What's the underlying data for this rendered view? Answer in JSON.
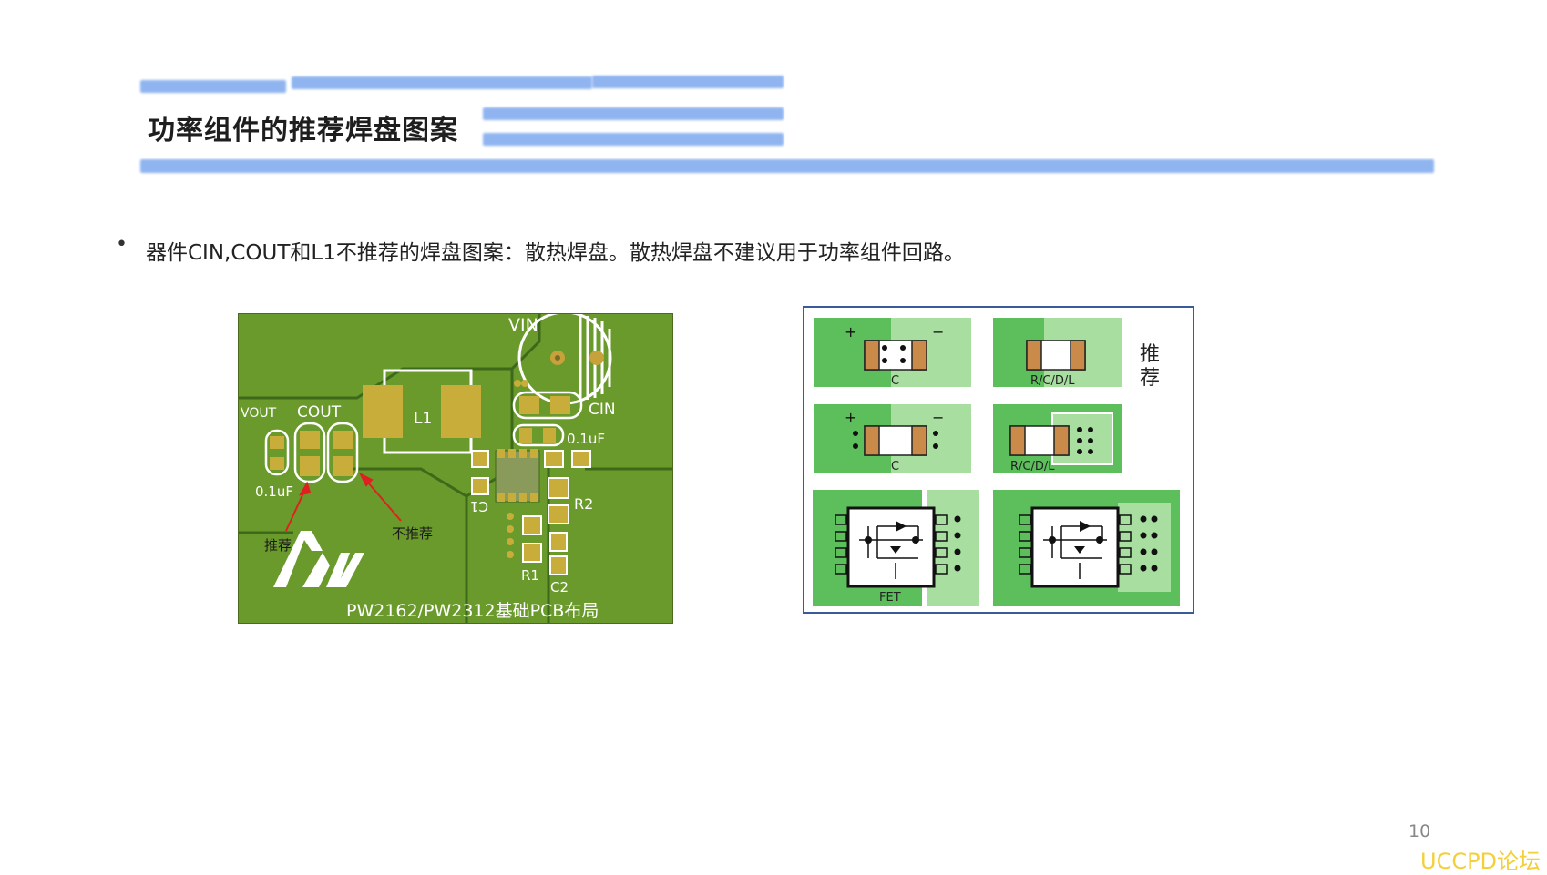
{
  "slide": {
    "title": "功率组件的推荐焊盘图案",
    "bullet": "器件CIN,COUT和L1不推荐的焊盘图案：散热焊盘。散热焊盘不建议用于功率组件回路。",
    "page_number": "10",
    "watermark": "UCCPD论坛"
  },
  "pcb_figure": {
    "vin": "VIN",
    "vout": "VOUT",
    "cout": "COUT",
    "l1": "L1",
    "cin": "CIN",
    "cap_value_left": "0.1uF",
    "cap_value_right": "0.1uF",
    "r2": "R2",
    "r1": "R1",
    "c2": "C2",
    "c1": "C1",
    "recommended": "推荐",
    "not_recommended": "不推荐",
    "caption": "PW2162/PW2312基础PCB布局"
  },
  "pad_figure": {
    "c_label_1": "C",
    "c_label_2": "C",
    "rcdl_label_1": "R/C/D/L",
    "rcdl_label_2": "R/C/D/L",
    "fet_label": "FET",
    "plus_1": "+",
    "minus_1": "−",
    "plus_2": "+",
    "minus_2": "−",
    "recommend_line1": "推",
    "recommend_line2": "荐",
    "colors": {
      "dark_green": "#5cbf5c",
      "light_green": "#a8dfa0",
      "pad_brown": "#c98a4a"
    }
  }
}
